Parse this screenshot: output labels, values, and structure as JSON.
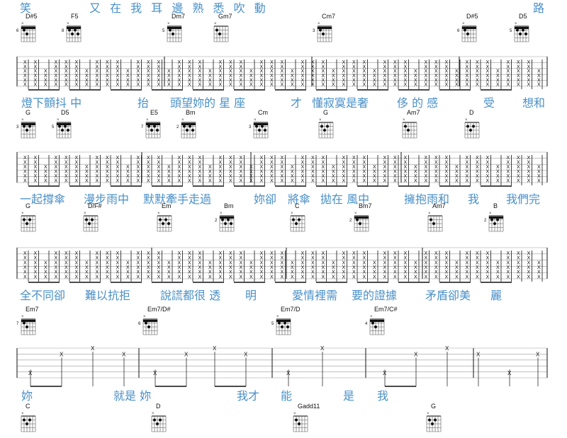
{
  "colors": {
    "lyric": "#4a90c8",
    "ink": "#111111",
    "staff_line": "#9a9a9a"
  },
  "rows": [
    {
      "lyrics": [
        {
          "text": "笑"
        },
        {
          "text": "又 在 我 耳 邊 熟 悉 吹 動"
        },
        {
          "text": "路"
        }
      ],
      "chords": [
        {
          "name": "D#5",
          "fret": "6"
        },
        {
          "name": "F5",
          "fret": "8"
        },
        {
          "name": "Dm7",
          "fret": "5"
        },
        {
          "name": "Gm7",
          "fret": ""
        },
        {
          "name": "Cm7",
          "fret": "3"
        },
        {
          "name": "D#5",
          "fret": "6"
        },
        {
          "name": "D5",
          "fret": "5"
        }
      ]
    },
    {
      "lyrics": [
        {
          "text": "燈下顫抖 中"
        },
        {
          "text": "抬"
        },
        {
          "text": "頭望妳的 星 座"
        },
        {
          "text": "才"
        },
        {
          "text": "懂寂寞是奢"
        },
        {
          "text": "侈 的 感"
        },
        {
          "text": "受"
        },
        {
          "text": "想和"
        }
      ],
      "chords": [
        {
          "name": "G",
          "fret": "3"
        },
        {
          "name": "D5",
          "fret": "5"
        },
        {
          "name": "E5",
          "fret": "7"
        },
        {
          "name": "Bm",
          "fret": "2"
        },
        {
          "name": "Cm",
          "fret": "3"
        },
        {
          "name": "G",
          "fret": ""
        },
        {
          "name": "Am7",
          "fret": ""
        },
        {
          "name": "D",
          "fret": ""
        }
      ]
    },
    {
      "lyrics": [
        {
          "text": "一起撐傘"
        },
        {
          "text": "漫步雨中"
        },
        {
          "text": "默默牽手走過"
        },
        {
          "text": "妳卻"
        },
        {
          "text": "將傘"
        },
        {
          "text": "拋在 風中"
        },
        {
          "text": "擁抱雨和"
        },
        {
          "text": "我"
        },
        {
          "text": "我們完"
        }
      ],
      "chords": [
        {
          "name": "G",
          "fret": ""
        },
        {
          "name": "D/F#",
          "fret": ""
        },
        {
          "name": "Em",
          "fret": ""
        },
        {
          "name": "Bm",
          "fret": "2"
        },
        {
          "name": "C",
          "fret": ""
        },
        {
          "name": "Bm7",
          "fret": "2"
        },
        {
          "name": "Am7",
          "fret": ""
        },
        {
          "name": "B",
          "fret": "2"
        }
      ]
    },
    {
      "lyrics": [
        {
          "text": "全不同卻"
        },
        {
          "text": "難以抗拒"
        },
        {
          "text": "說謊都很 透"
        },
        {
          "text": "明"
        },
        {
          "text": "愛情裡需"
        },
        {
          "text": "要的證據"
        },
        {
          "text": "矛盾卻美"
        },
        {
          "text": "麗"
        }
      ],
      "chords": [
        {
          "name": "Em7",
          "fret": "7"
        },
        {
          "name": "Em7/D#",
          "fret": "6"
        },
        {
          "name": "Em7/D",
          "fret": "5"
        },
        {
          "name": "Em7/C#",
          "fret": "4"
        }
      ]
    },
    {
      "lyrics": [
        {
          "text": "妳"
        },
        {
          "text": "就是 妳"
        },
        {
          "text": "我才"
        },
        {
          "text": "能"
        },
        {
          "text": "是"
        },
        {
          "text": "我"
        }
      ],
      "chords": [
        {
          "name": "C",
          "fret": ""
        },
        {
          "name": "D",
          "fret": ""
        },
        {
          "name": "Gadd11",
          "fret": ""
        },
        {
          "name": "G",
          "fret": ""
        }
      ]
    }
  ]
}
